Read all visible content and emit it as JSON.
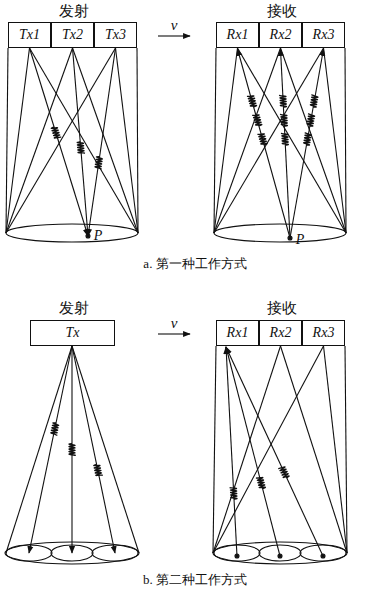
{
  "diagram": {
    "nodes": [
      {
        "text": [
          "Tx1"
        ]
      },
      {
        "text": [
          "Tx2"
        ]
      },
      {
        "text": [
          "Tx3"
        ]
      },
      {
        "text": [
          "Rx1"
        ]
      },
      {
        "text": [
          "Rx2"
        ]
      },
      {
        "text": [
          "Rx3"
        ]
      },
      {
        "text": [
          "Tx"
        ]
      },
      {
        "text": [
          "Rx1"
        ]
      },
      {
        "text": [
          "Rx2"
        ]
      },
      {
        "text": [
          "Rx3"
        ]
      }
    ],
    "labels": [
      "发射",
      "接收",
      "v",
      "P",
      "P",
      "a. 第一种工作方式",
      "发射",
      "接收",
      "v",
      "b. 第二种工作方式"
    ]
  }
}
